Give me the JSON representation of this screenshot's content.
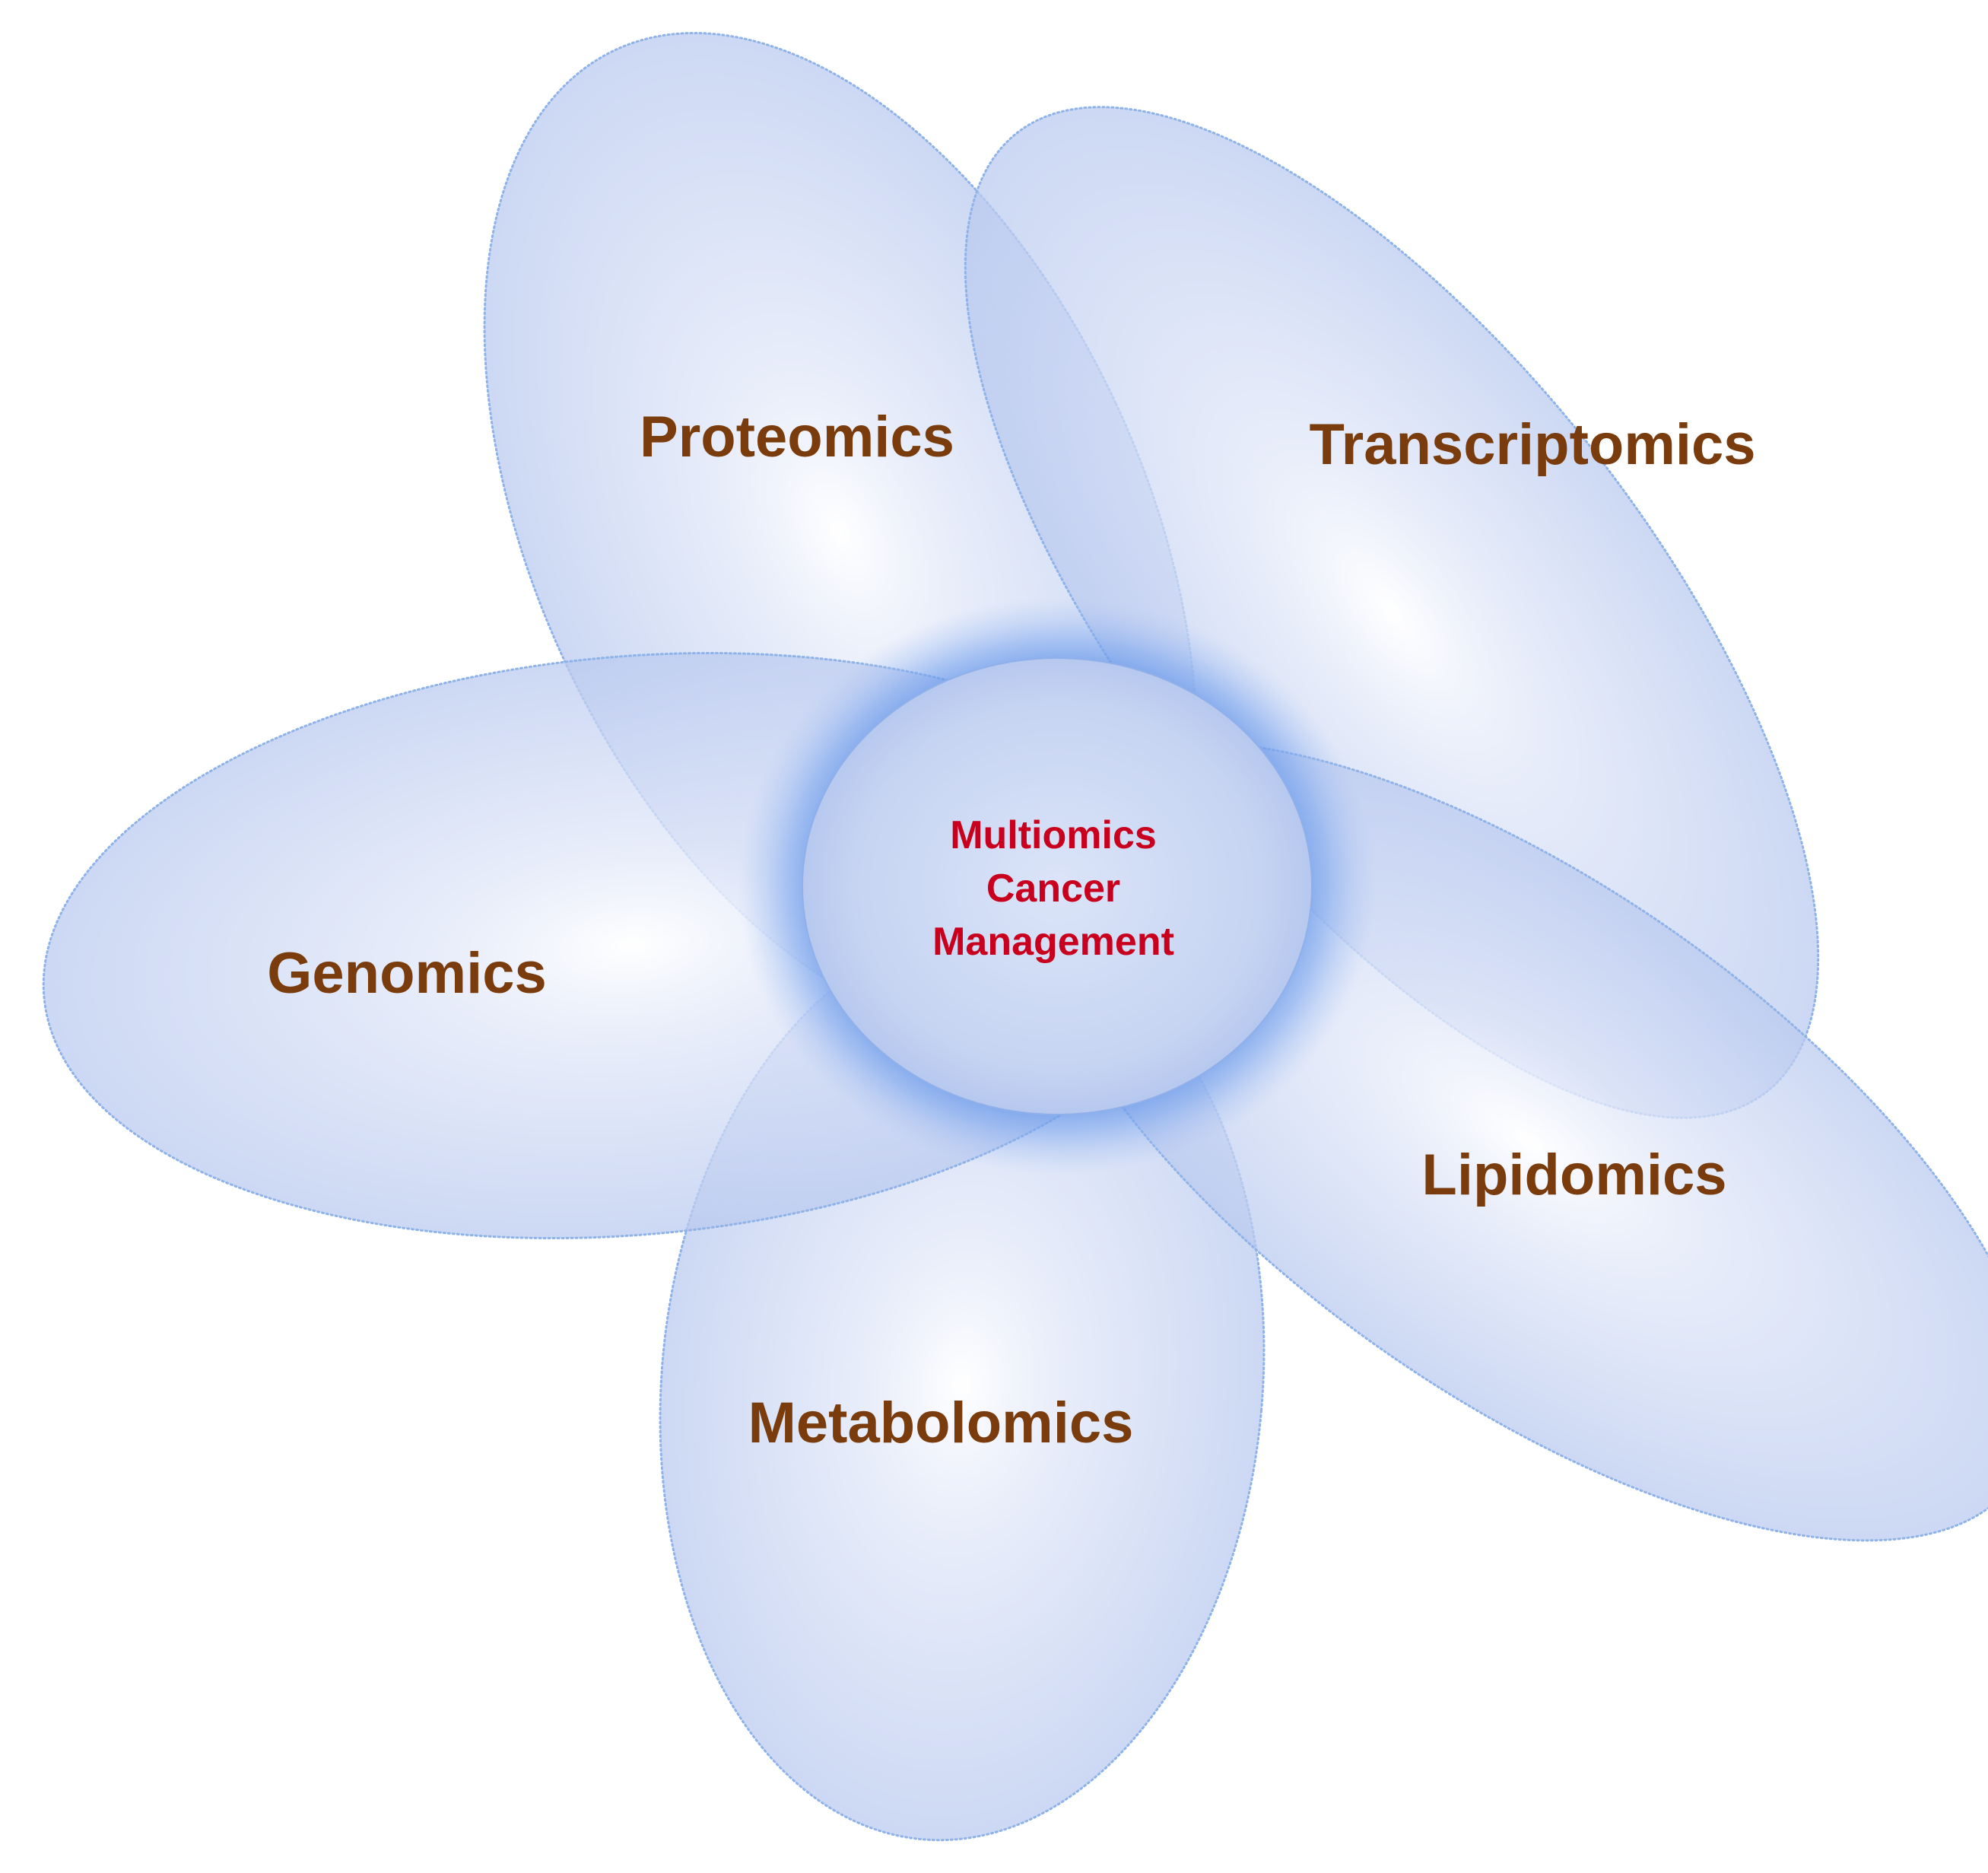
{
  "diagram": {
    "center": {
      "lines": [
        "Multiomics",
        "Cancer",
        "Management"
      ]
    },
    "petals": [
      {
        "key": "proteomics",
        "label": "Proteomics"
      },
      {
        "key": "transcriptomics",
        "label": "Transcriptomics"
      },
      {
        "key": "genomics",
        "label": "Genomics"
      },
      {
        "key": "lipidomics",
        "label": "Lipidomics"
      },
      {
        "key": "metabolomics",
        "label": "Metabolomics"
      }
    ]
  },
  "colors": {
    "petal_fill": "#c5d3f1",
    "petal_highlight": "#ffffff",
    "petal_outline": "#8fb3e8",
    "center_glow": "#5b8fe6",
    "center_fill": "#c9d6f2",
    "petal_label": "#7a3c0c",
    "center_label": "#c8001e"
  }
}
